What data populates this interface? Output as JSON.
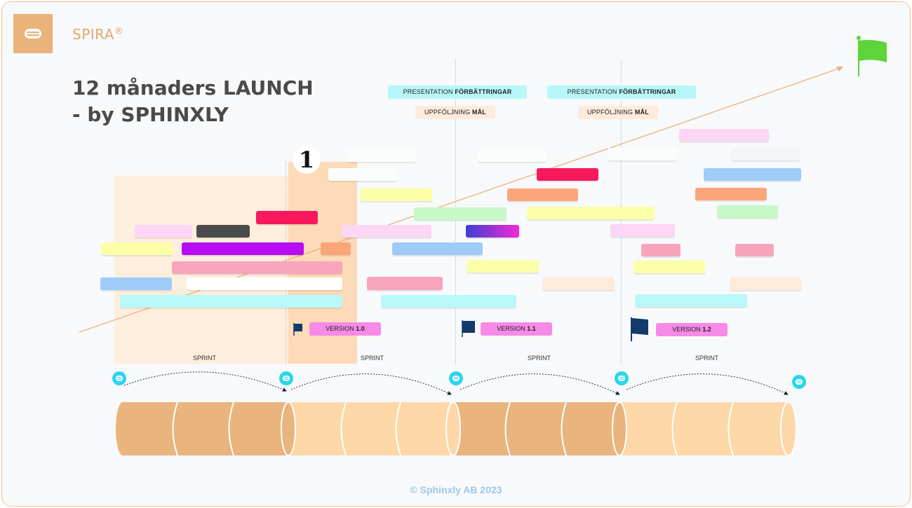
{
  "brand": {
    "name": "SPIRA",
    "mark": "®"
  },
  "title": {
    "line1": "12 månaders LAUNCH",
    "line2": "- by SPHINXLY"
  },
  "milestone_number": "1",
  "tasks_top": [
    {
      "prefix": "PRESENTATION ",
      "bold": "FÖRBÄTTRINGAR",
      "color": "#b8f7f9"
    },
    {
      "prefix": "UPPFÖLJNING ",
      "bold": "MÅL",
      "color": "#ffeadc"
    },
    {
      "prefix": "PRESENTATION ",
      "bold": "FÖRBÄTTRINGAR",
      "color": "#b8f7f9"
    },
    {
      "prefix": "UPPFÖLJNING ",
      "bold": "MÅL",
      "color": "#ffeadc"
    }
  ],
  "versions": [
    {
      "prefix": "VERSION ",
      "bold": "1.0"
    },
    {
      "prefix": "VERSION ",
      "bold": "1.1"
    },
    {
      "prefix": "VERSION ",
      "bold": "1.2"
    }
  ],
  "sprints": [
    "SPRINT",
    "SPRINT",
    "SPRINT",
    "SPRINT"
  ],
  "footer": "© Sphinxly AB 2023",
  "colors": {
    "accent": "#e9b37a",
    "flag_green": "#5fd43a",
    "flag_navy": "#143a6b",
    "cylinder_dark": "#e9b47d",
    "cylinder_light": "#fdd7a8"
  }
}
